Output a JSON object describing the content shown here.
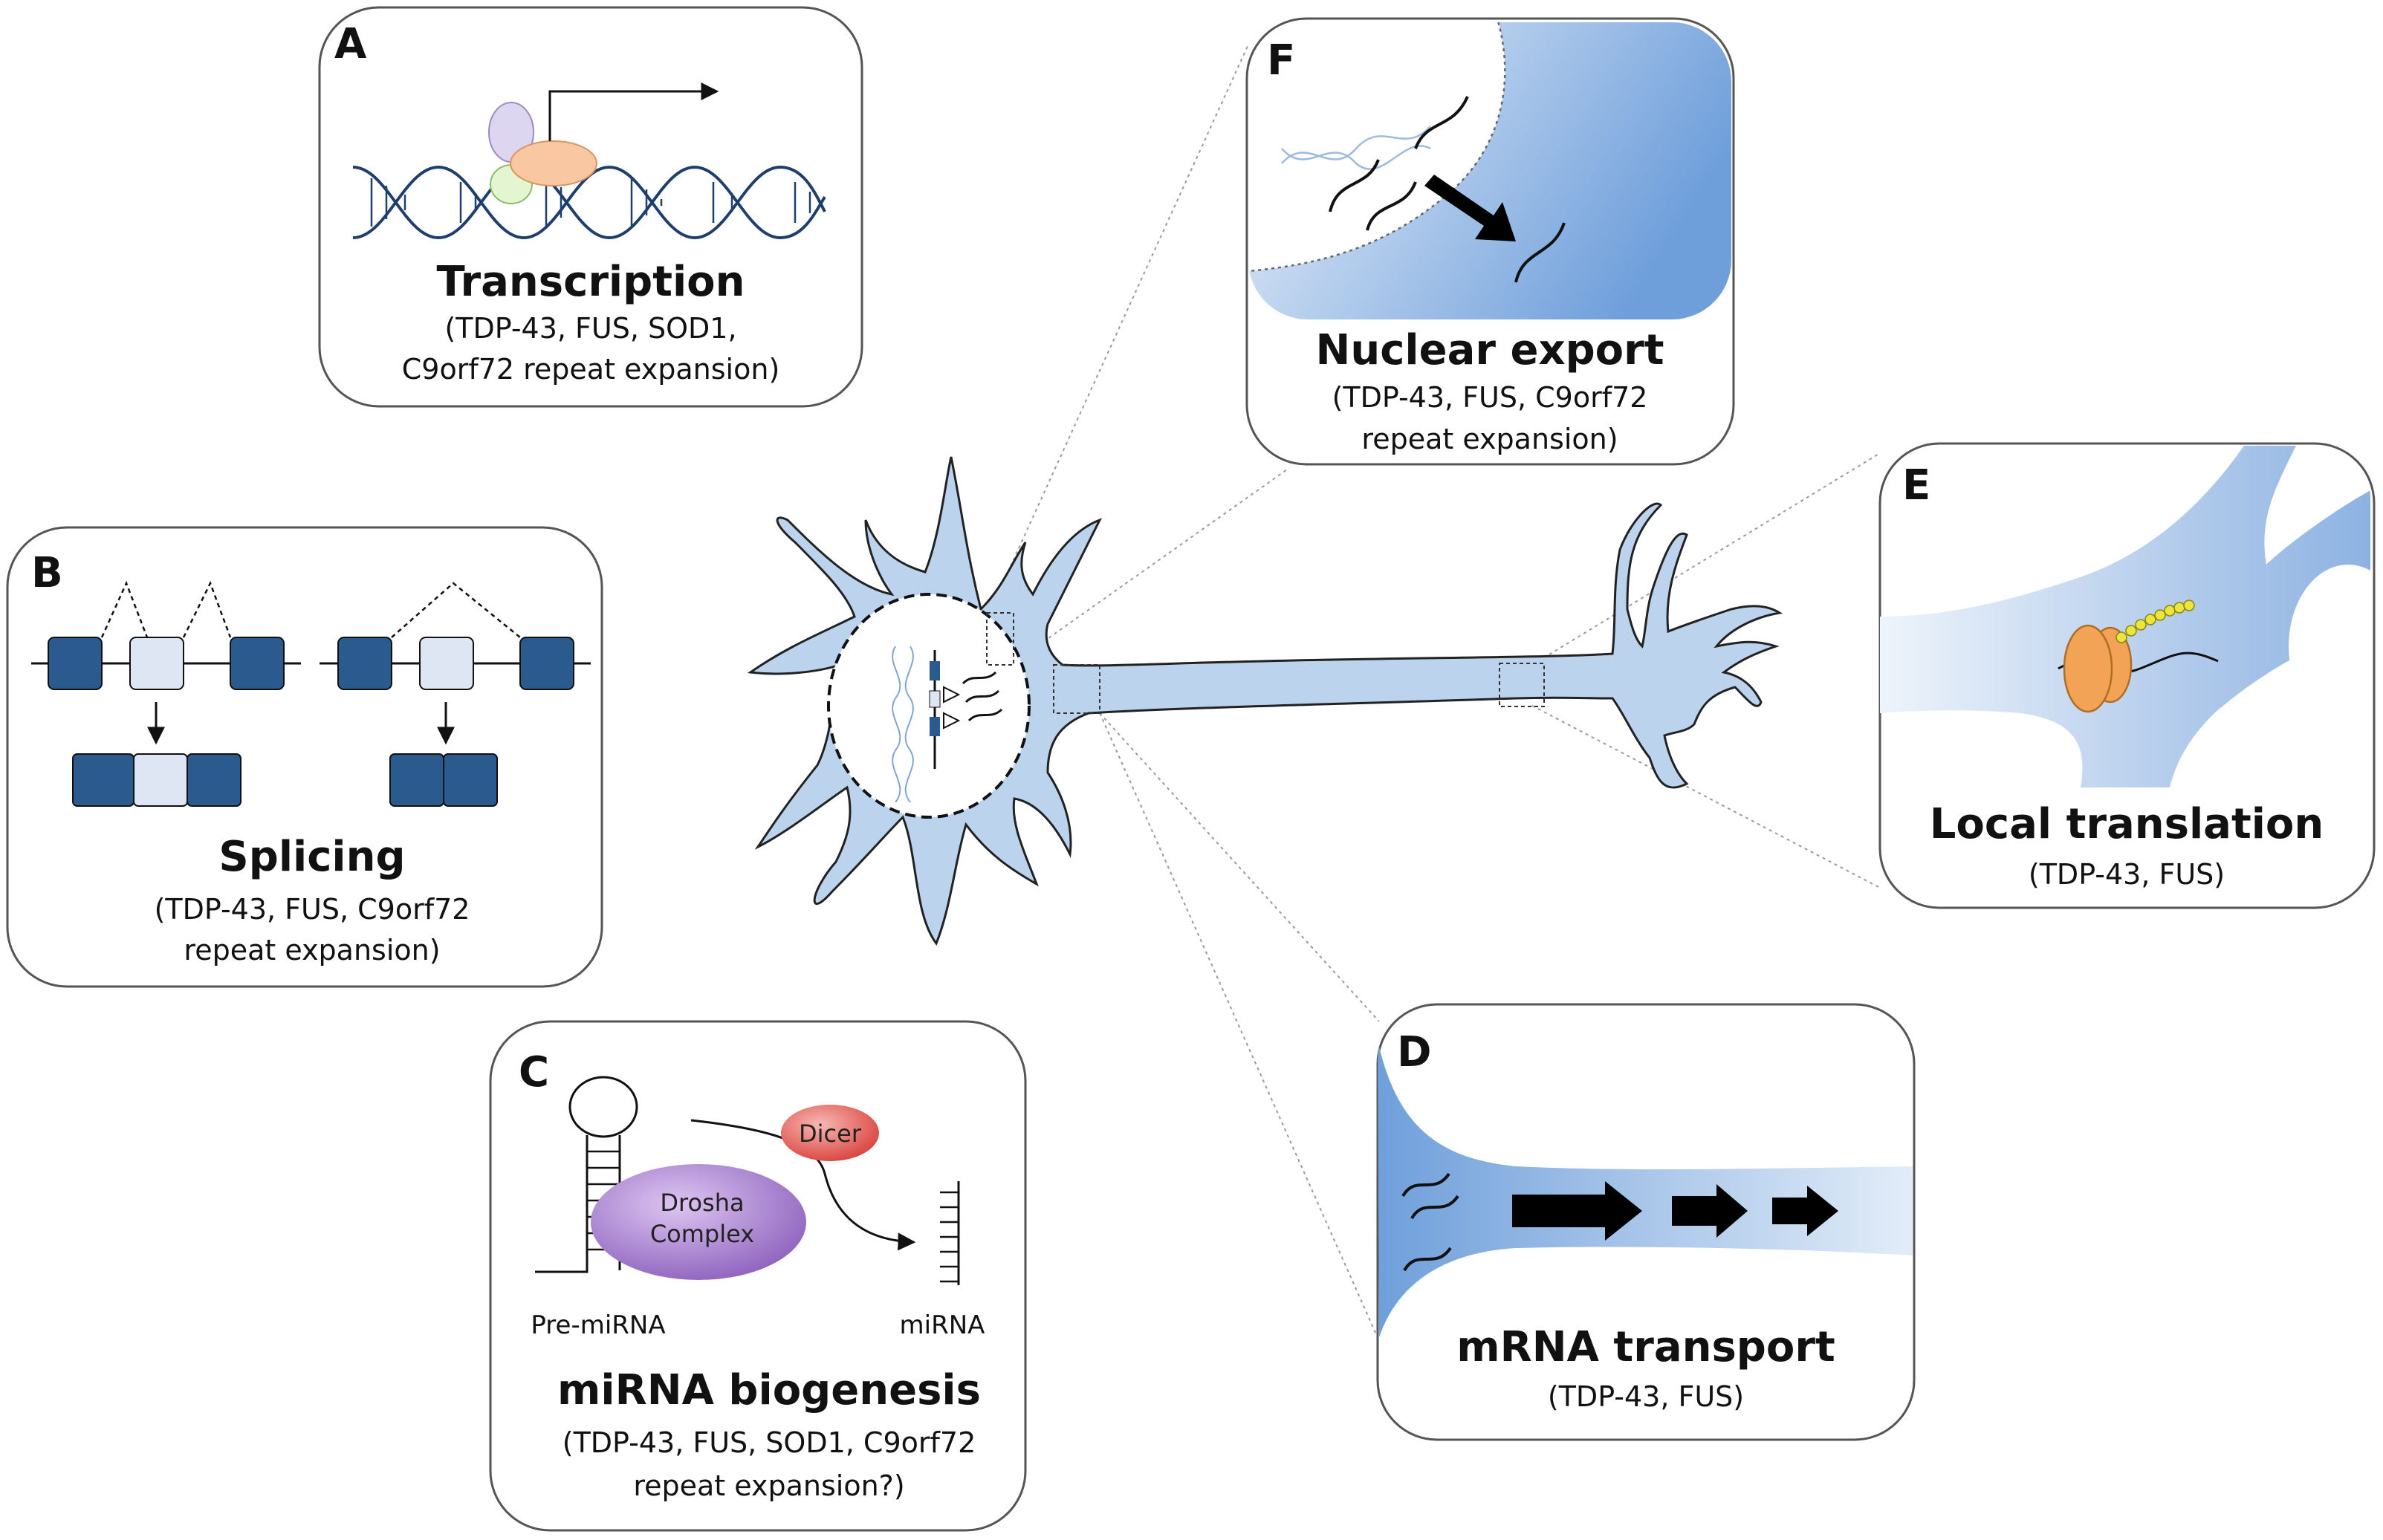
{
  "panels": {
    "A": {
      "letter": "A",
      "title": "Transcription",
      "genes": [
        "(TDP-43, FUS, SOD1,",
        "C9orf72 repeat expansion)"
      ]
    },
    "B": {
      "letter": "B",
      "title": "Splicing",
      "genes": [
        "(TDP-43, FUS, C9orf72",
        "repeat expansion)"
      ]
    },
    "C": {
      "letter": "C",
      "title": "miRNA biogenesis",
      "genes": [
        "(TDP-43, FUS, SOD1, C9orf72",
        "repeat expansion?)"
      ],
      "enzymes": {
        "dicer": "Dicer",
        "drosha_line1": "Drosha",
        "drosha_line2": "Complex"
      },
      "labels": {
        "pre": "Pre-miRNA",
        "mature": "miRNA"
      }
    },
    "D": {
      "letter": "D",
      "title": "mRNA transport",
      "genes": [
        "(TDP-43, FUS)"
      ]
    },
    "E": {
      "letter": "E",
      "title": "Local translation",
      "genes": [
        "(TDP-43, FUS)"
      ]
    },
    "F": {
      "letter": "F",
      "title": "Nuclear export",
      "genes": [
        "(TDP-43, FUS, C9orf72",
        "repeat expansion)"
      ]
    }
  },
  "colors": {
    "neuron_fill": "#bcd3ee",
    "neuron_dark": "#7ea6d8",
    "exon_dark": "#2a5a8e",
    "exon_light": "#dde6f2",
    "dna": "#1e3f6e",
    "ribosome": "#f2a355",
    "dicer": "#e8605c",
    "drosha": "#a97fd0",
    "peptide": "#e8e23a"
  }
}
